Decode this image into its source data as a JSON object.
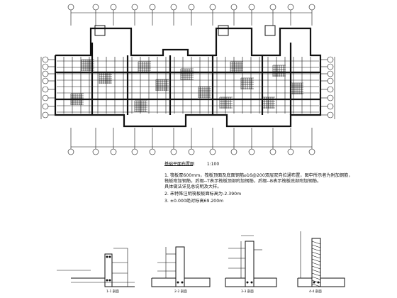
{
  "plan": {
    "title": "基础平面布置图",
    "scale": "1:100"
  },
  "notes": [
    "1. 筏板厚600mm，筏板顶面及底面钢筋⌀16@200双层双向拉通布置，图中所示者为附加钢筋，",
    "   筏板附加钢筋，后缀--T表示筏板顶部附加钢筋，后缀--B表示筏板底部附加钢筋。",
    "   具体做法详见总说明及大样。",
    "2. 未特殊注明筏板板面标高为-2.390m",
    "3. ±0.000绝对标高69.200m"
  ],
  "details": [
    {
      "id": "detail-1",
      "caption": "1-1 剖面"
    },
    {
      "id": "detail-2",
      "caption": "2-2 剖面"
    },
    {
      "id": "detail-3",
      "caption": "3-3 剖面"
    },
    {
      "id": "detail-4",
      "caption": "4-4 剖面"
    }
  ]
}
